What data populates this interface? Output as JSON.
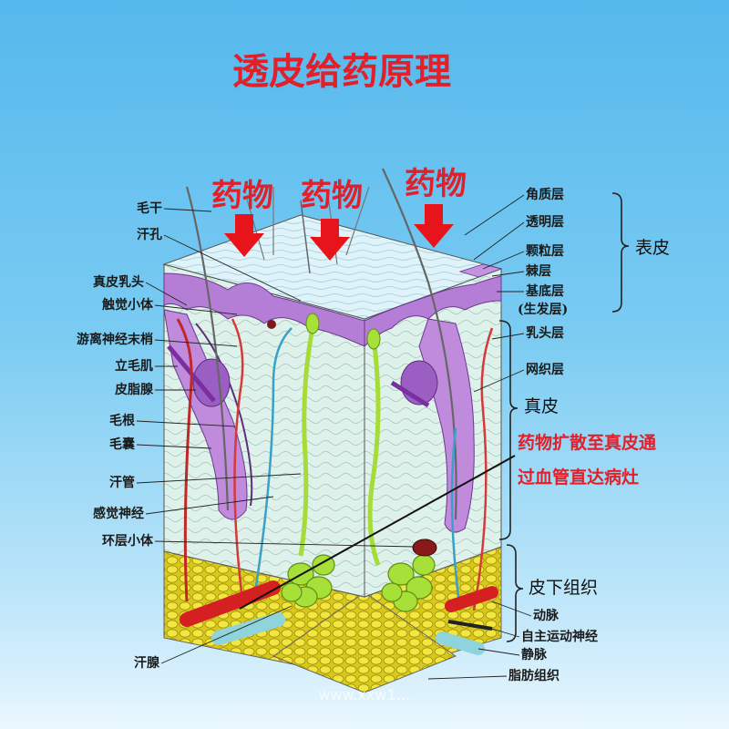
{
  "title": "透皮给药原理",
  "drug_label": "药物",
  "left_labels": [
    "毛干",
    "汗孔",
    "真皮乳头",
    "触觉小体",
    "游离神经末梢",
    "立毛肌",
    "皮脂腺",
    "毛根",
    "毛囊",
    "汗管",
    "感觉神经",
    "环层小体",
    "汗腺"
  ],
  "right_labels": [
    "角质层",
    "透明层",
    "颗粒层",
    "棘层",
    "基底层",
    "(生发层)",
    "乳头层",
    "网织层",
    "动脉",
    "自主运动神经",
    "静脉",
    "脂肪组织"
  ],
  "groups": {
    "epidermis": "表皮",
    "dermis": "真皮",
    "subcutis": "皮下组织"
  },
  "annotation": [
    "药物扩散至真皮通",
    "过血管直达病灶"
  ],
  "watermark": "www.xxw1…",
  "colors": {
    "title": "#e0202a",
    "arrow": "#e8141c",
    "epidermis": "#b07ad0",
    "dermis": "#e2f2ec",
    "fat": "#e8dc2c",
    "gland": "#a8e03a",
    "artery": "#d42020",
    "vein": "#8fd4dc"
  }
}
